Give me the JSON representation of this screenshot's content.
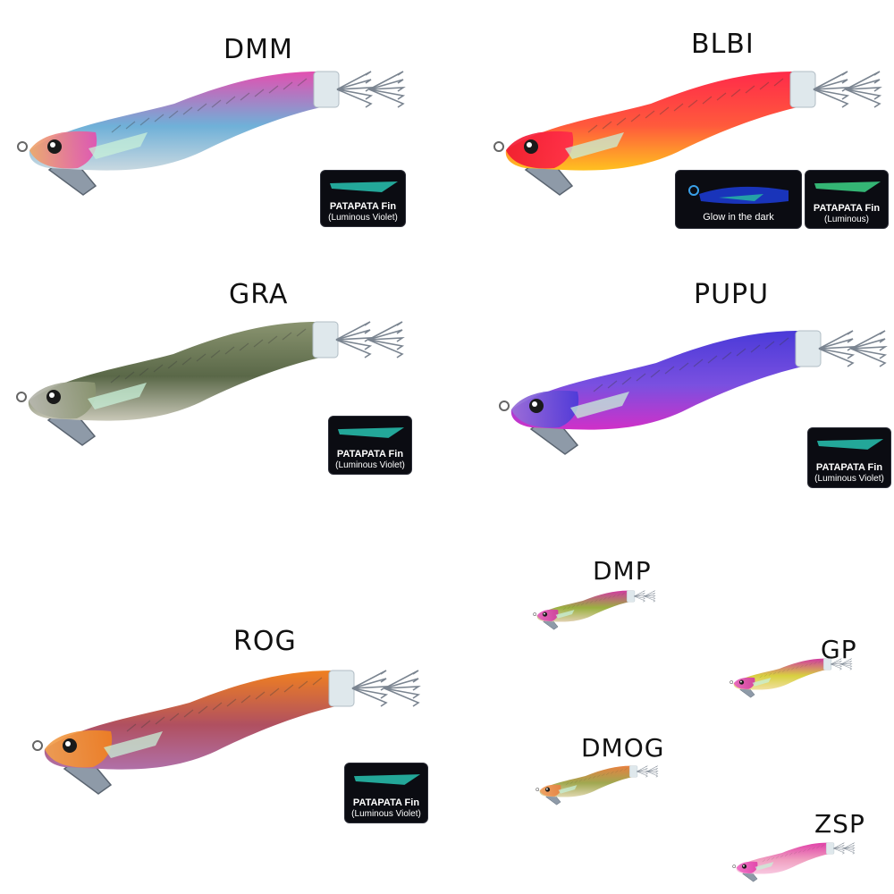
{
  "lures": [
    {
      "code": "DMM",
      "badge_title": "PATAPATA Fin",
      "badge_sub": "(Luminous Violet)",
      "colors": {
        "head": "#f0a868",
        "body1": "#e34fb0",
        "body2": "#6fb0d8",
        "belly": "#c8d8e0"
      }
    },
    {
      "code": "BLBI",
      "badge_title": "PATAPATA Fin",
      "badge_sub": "(Luminous)",
      "glow_label": "Glow in the dark",
      "colors": {
        "head": "#f01830",
        "body1": "#ff2a4a",
        "body2": "#ff5a3c",
        "belly": "#ffc020"
      }
    },
    {
      "code": "GRA",
      "badge_title": "PATAPATA Fin",
      "badge_sub": "(Luminous Violet)",
      "colors": {
        "head": "#b8b8b0",
        "body1": "#8a9470",
        "body2": "#5a6848",
        "belly": "#c9c8b8"
      }
    },
    {
      "code": "PUPU",
      "badge_title": "PATAPATA Fin",
      "badge_sub": "(Luminous Violet)",
      "colors": {
        "head": "#9a70d8",
        "body1": "#4a3ad8",
        "body2": "#7a50e0",
        "belly": "#d030c8"
      }
    },
    {
      "code": "ROG",
      "badge_title": "PATAPATA Fin",
      "badge_sub": "(Luminous Violet)",
      "colors": {
        "head": "#f0a050",
        "body1": "#f08020",
        "body2": "#b05060",
        "belly": "#b070a8"
      }
    },
    {
      "code": "DMP",
      "colors": {
        "head": "#e860c0",
        "body1": "#d03aa0",
        "body2": "#9ab040",
        "belly": "#e0d0b0"
      }
    },
    {
      "code": "GP",
      "colors": {
        "head": "#e860c0",
        "body1": "#d03aa0",
        "body2": "#d8d040",
        "belly": "#f0e0a0"
      }
    },
    {
      "code": "DMOG",
      "colors": {
        "head": "#f0a060",
        "body1": "#e88040",
        "body2": "#a0a850",
        "belly": "#e0d8b0"
      }
    },
    {
      "code": "ZSP",
      "colors": {
        "head": "#f070c8",
        "body1": "#e040a8",
        "body2": "#f0a0c0",
        "belly": "#f8c8e0"
      }
    }
  ]
}
